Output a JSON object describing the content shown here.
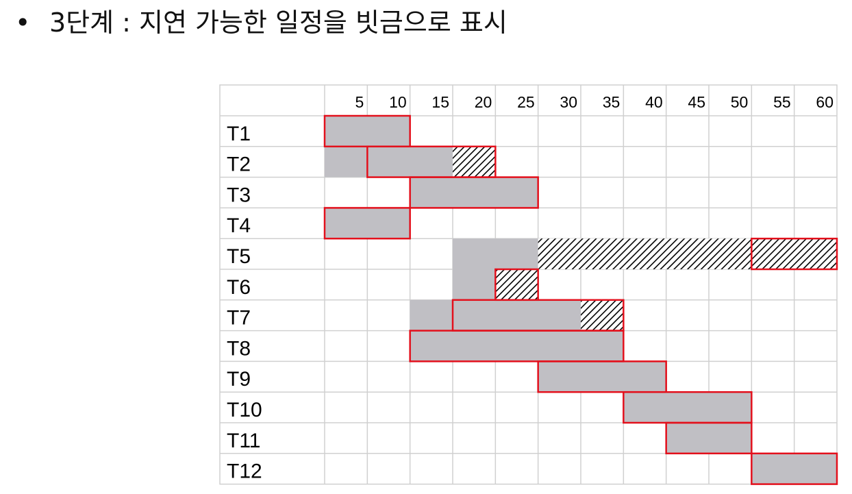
{
  "heading": {
    "bullet": "•",
    "text": "3단계 : 지연 가능한 일정을 빗금으로 표시"
  },
  "chart_data": {
    "type": "gantt",
    "x_ticks": [
      5,
      10,
      15,
      20,
      25,
      30,
      35,
      40,
      45,
      50,
      55,
      60
    ],
    "x_range": [
      0,
      60
    ],
    "grid": true,
    "tasks": [
      {
        "name": "T1",
        "outline": [
          0,
          10
        ],
        "gray": [
          [
            0,
            10
          ]
        ],
        "hatch": []
      },
      {
        "name": "T2",
        "outline": [
          5,
          20
        ],
        "gray": [
          [
            0,
            15
          ]
        ],
        "hatch": [
          [
            15,
            20
          ]
        ]
      },
      {
        "name": "T3",
        "outline": [
          10,
          25
        ],
        "gray": [
          [
            10,
            25
          ]
        ],
        "hatch": []
      },
      {
        "name": "T4",
        "outline": [
          0,
          10
        ],
        "gray": [
          [
            0,
            10
          ]
        ],
        "hatch": []
      },
      {
        "name": "T5",
        "outline": [
          50,
          60
        ],
        "gray": [
          [
            15,
            25
          ]
        ],
        "hatch": [
          [
            25,
            60
          ]
        ]
      },
      {
        "name": "T6",
        "outline": [
          20,
          25
        ],
        "gray": [
          [
            15,
            20
          ]
        ],
        "hatch": [
          [
            20,
            25
          ]
        ]
      },
      {
        "name": "T7",
        "outline": [
          15,
          35
        ],
        "gray": [
          [
            10,
            30
          ]
        ],
        "hatch": [
          [
            30,
            35
          ]
        ]
      },
      {
        "name": "T8",
        "outline": [
          10,
          35
        ],
        "gray": [
          [
            10,
            35
          ]
        ],
        "hatch": []
      },
      {
        "name": "T9",
        "outline": [
          25,
          40
        ],
        "gray": [
          [
            25,
            40
          ]
        ],
        "hatch": []
      },
      {
        "name": "T10",
        "outline": [
          35,
          50
        ],
        "gray": [
          [
            35,
            50
          ]
        ],
        "hatch": []
      },
      {
        "name": "T11",
        "outline": [
          40,
          50
        ],
        "gray": [
          [
            40,
            50
          ]
        ],
        "hatch": []
      },
      {
        "name": "T12",
        "outline": [
          50,
          60
        ],
        "gray": [
          [
            50,
            60
          ]
        ],
        "hatch": []
      }
    ],
    "colors": {
      "bar": "#c0bfc4",
      "outline": "#e3101c",
      "grid": "#d0d0d0",
      "hatch": "#000000"
    }
  }
}
